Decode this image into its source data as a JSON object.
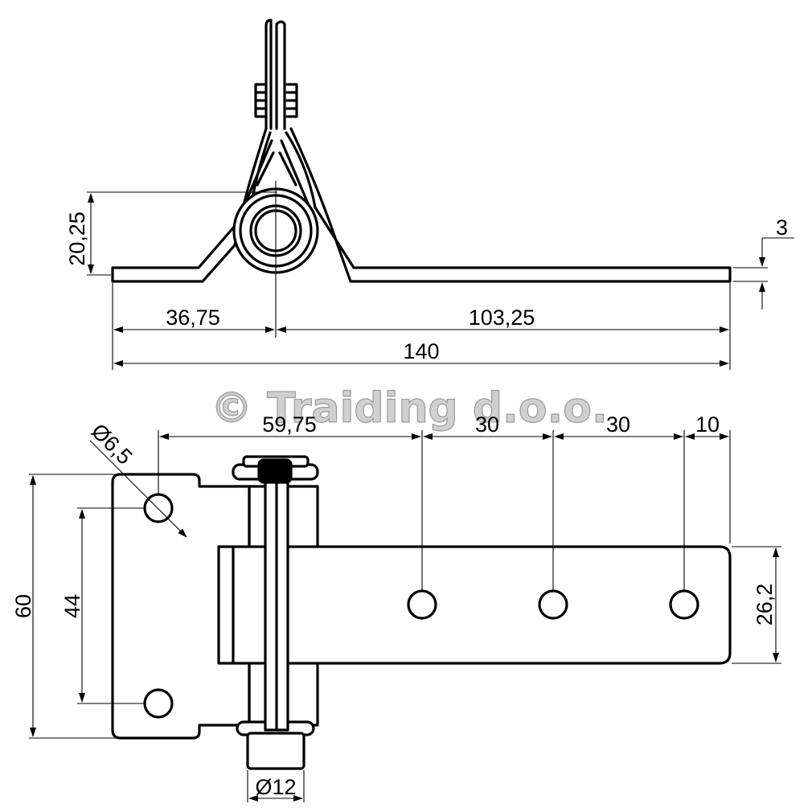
{
  "watermark": "© Traiding d.o.o.",
  "top_view": {
    "dim_height": "20,25",
    "dim_thickness": "3",
    "dim_left": "36,75",
    "dim_right": "103,25",
    "dim_total": "140"
  },
  "bottom_view": {
    "dim_hole": "Ø6,5",
    "dim_spacing_1": "59,75",
    "dim_spacing_2": "30",
    "dim_spacing_3": "30",
    "dim_spacing_4": "10",
    "dim_height_total": "60",
    "dim_hole_pitch": "44",
    "dim_strap_width": "26,2",
    "dim_pin": "Ø12"
  }
}
